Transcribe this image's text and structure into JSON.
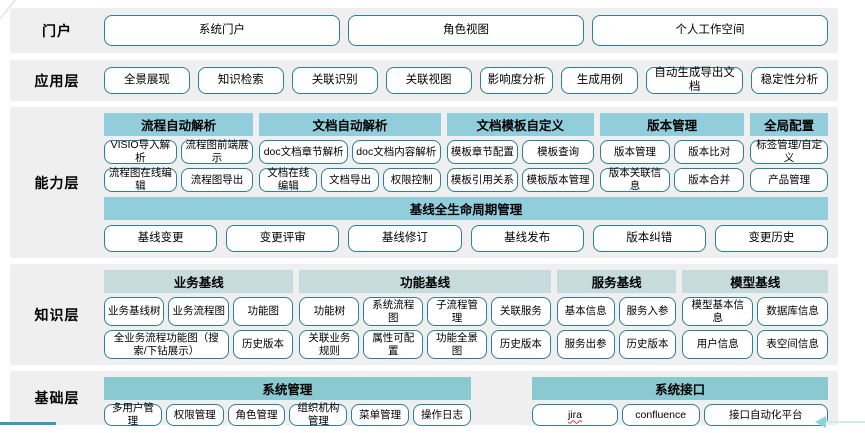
{
  "portal": {
    "label": "门户",
    "buttons": [
      "系统门户",
      "角色视图",
      "个人工作空间"
    ]
  },
  "app": {
    "label": "应用层",
    "buttons": [
      "全景展现",
      "知识检索",
      "关联识别",
      "关联视图",
      "影响度分析",
      "生成用例",
      "自动生成导出文档",
      "稳定性分析"
    ]
  },
  "capability": {
    "label": "能力层",
    "groups": [
      {
        "title": "流程自动解析",
        "rows": [
          [
            "VISIO导入解析",
            "流程图前端展示"
          ],
          [
            "流程图在线编辑",
            "流程图导出"
          ]
        ]
      },
      {
        "title": "文档自动解析",
        "rows": [
          [
            "doc文档章节解析",
            "doc文档内容解析"
          ],
          [
            "文档在线编辑",
            "文档导出",
            "权限控制"
          ]
        ]
      },
      {
        "title": "文档模板自定义",
        "rows": [
          [
            "模板章节配置",
            "模板查询"
          ],
          [
            "模板引用关系",
            "模板版本管理"
          ]
        ]
      },
      {
        "title": "版本管理",
        "rows": [
          [
            "版本管理",
            "版本比对"
          ],
          [
            "版本关联信息",
            "版本合并"
          ]
        ]
      },
      {
        "title": "全局配置",
        "rows": [
          [
            "标签管理/自定义"
          ],
          [
            "产品管理"
          ]
        ]
      }
    ],
    "baseline": {
      "title": "基线全生命周期管理",
      "buttons": [
        "基线变更",
        "变更评审",
        "基线修订",
        "基线发布",
        "版本纠错",
        "变更历史"
      ]
    }
  },
  "knowledge": {
    "label": "知识层",
    "groups": [
      {
        "title": "业务基线",
        "rows": [
          [
            "业务基线树",
            "业务流程图",
            "功能图"
          ],
          [
            "全业务流程功能图（搜索/下钻展示）",
            "历史版本"
          ]
        ]
      },
      {
        "title": "功能基线",
        "rows": [
          [
            "功能树",
            "系统流程图",
            "子流程管理",
            "关联服务"
          ],
          [
            "关联业务规则",
            "属性可配置",
            "功能全景图",
            "历史版本"
          ]
        ]
      },
      {
        "title": "服务基线",
        "rows": [
          [
            "基本信息",
            "服务入参"
          ],
          [
            "服务出参",
            "历史版本"
          ]
        ]
      },
      {
        "title": "模型基线",
        "rows": [
          [
            "模型基本信息",
            "数据库信息"
          ],
          [
            "用户信息",
            "表空间信息"
          ]
        ]
      }
    ]
  },
  "base": {
    "label": "基础层",
    "groups": [
      {
        "title": "系统管理",
        "rows": [
          [
            "多用户管理",
            "权限管理",
            "角色管理",
            "组织机构管理",
            "菜单管理",
            "操作日志"
          ]
        ]
      },
      {
        "title": "系统接口",
        "rows": [
          [
            "jira",
            "confluence",
            "接口自动化平台"
          ]
        ]
      }
    ]
  },
  "colors": {
    "band_bg": "#efefef",
    "chip_border": "#2e7f96",
    "capability_header": "#92cddc",
    "knowledge_header": "#c7dbdc",
    "base_header": "#89c9cf",
    "arrow_teal": "#8fd2dc"
  }
}
